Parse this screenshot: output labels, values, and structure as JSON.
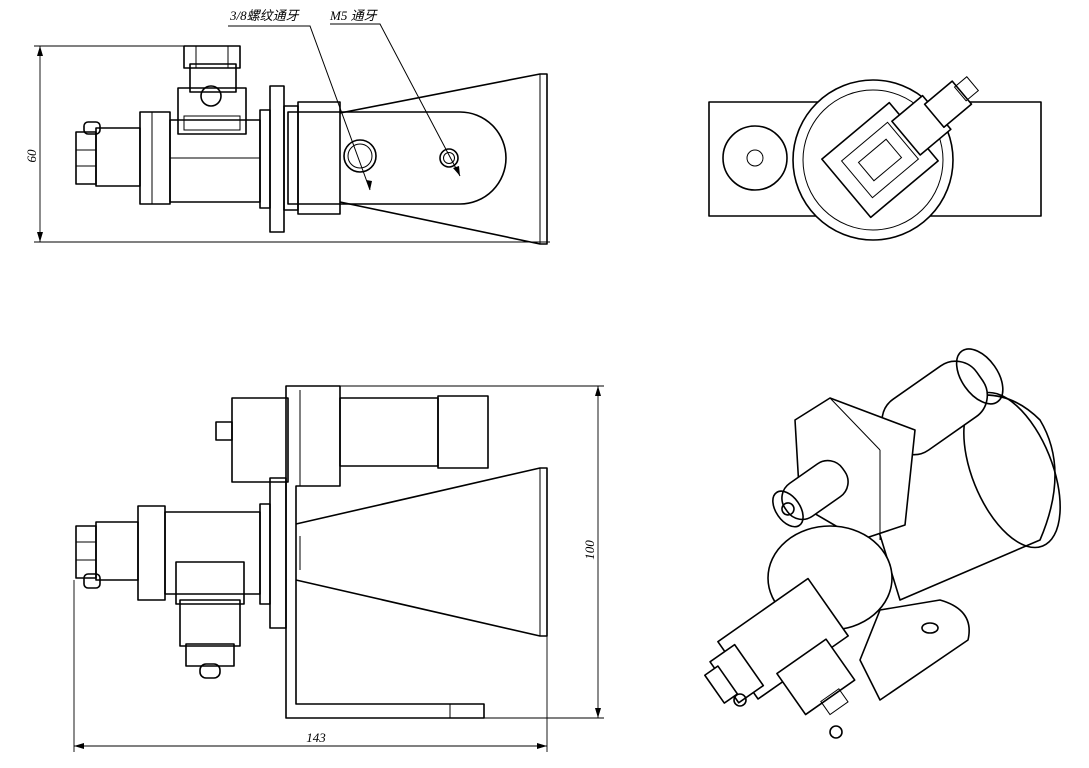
{
  "annotations": {
    "thread_hole_label": "3/8螺纹通牙",
    "m5_hole_label": "M5 通牙"
  },
  "dimensions": {
    "height_top_view": "60",
    "height_front_view": "100",
    "width_front_view": "143"
  }
}
